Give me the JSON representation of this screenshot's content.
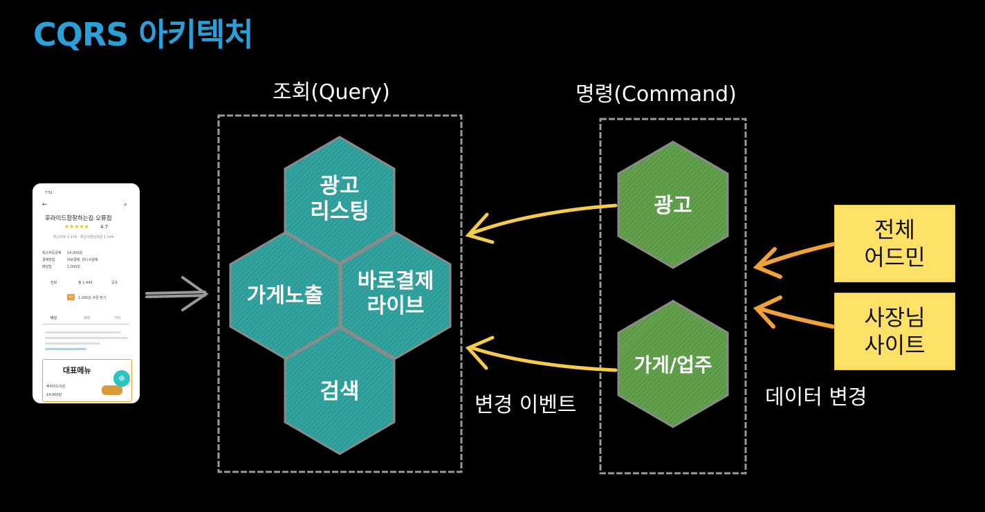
{
  "title": "CQRS 아키텍처",
  "query": {
    "label": "조회(Query)",
    "hexes": [
      {
        "id": "ad-listing",
        "lines": [
          "광고",
          "리스팅"
        ]
      },
      {
        "id": "store-exposure",
        "lines": [
          "가게노출"
        ]
      },
      {
        "id": "direct-pay-live",
        "lines": [
          "바로결제",
          "라이브"
        ]
      },
      {
        "id": "search",
        "lines": [
          "검색"
        ]
      }
    ]
  },
  "command": {
    "label": "명령(Command)",
    "hexes": [
      {
        "id": "ad",
        "lines": [
          "광고"
        ]
      },
      {
        "id": "store-business",
        "lines": [
          "가게/업주"
        ]
      }
    ]
  },
  "change_event_label": "변경 이벤트",
  "data_change_label": "데이터 변경",
  "sources": [
    {
      "lines": [
        "전체",
        "어드민"
      ]
    },
    {
      "lines": [
        "사장님",
        "사이트"
      ]
    }
  ],
  "colors": {
    "title": "#2aa0d8",
    "query_hex": "#2e9c98",
    "command_hex": "#5c9a48",
    "hex_border": "#8a8a8a",
    "event_arrow": "#f4cc4a",
    "data_arrow": "#f0a238",
    "source_box": "#fde066"
  },
  "phone": {
    "status_time": "7:51",
    "store_name": "후라이드참잘하는집 오류점",
    "rating": "4.7",
    "review_summary": "최근리뷰 1,158 · 최근사장님댓글 1,144",
    "info_rows": [
      {
        "label": "최소주문금액",
        "value": "14,000원"
      },
      {
        "label": "결제방법",
        "value": "바로결제, 만나서결제"
      },
      {
        "label": "배달팁",
        "value": "1,000원"
      }
    ],
    "actions": [
      "전화",
      "찜 1,449",
      "공유"
    ],
    "coupon_badge": "쿠폰",
    "coupon": "1,000원 쿠폰 받기",
    "tabs": [
      "배달",
      "포장",
      "기타"
    ],
    "menu_title": "대표메뉴",
    "menu_item": "후라이드치킨",
    "menu_price": "14,000원"
  }
}
